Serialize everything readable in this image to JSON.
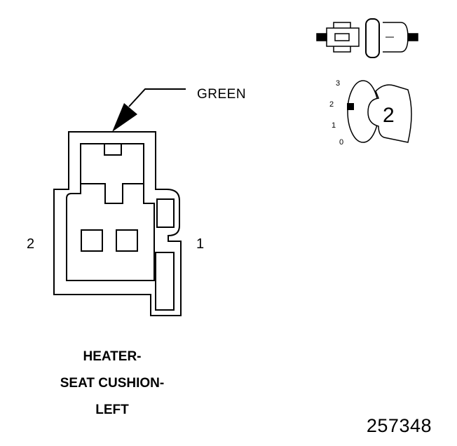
{
  "connector": {
    "color_label": "GREEN",
    "pin_left": "2",
    "pin_right": "1",
    "caption_lines": [
      "HEATER-",
      "SEAT CUSHION-",
      "LEFT"
    ]
  },
  "figure_id": "257348",
  "key_icon": {
    "number": "2",
    "positions": [
      "3",
      "2",
      "1",
      "0"
    ],
    "selected_position": "2"
  }
}
